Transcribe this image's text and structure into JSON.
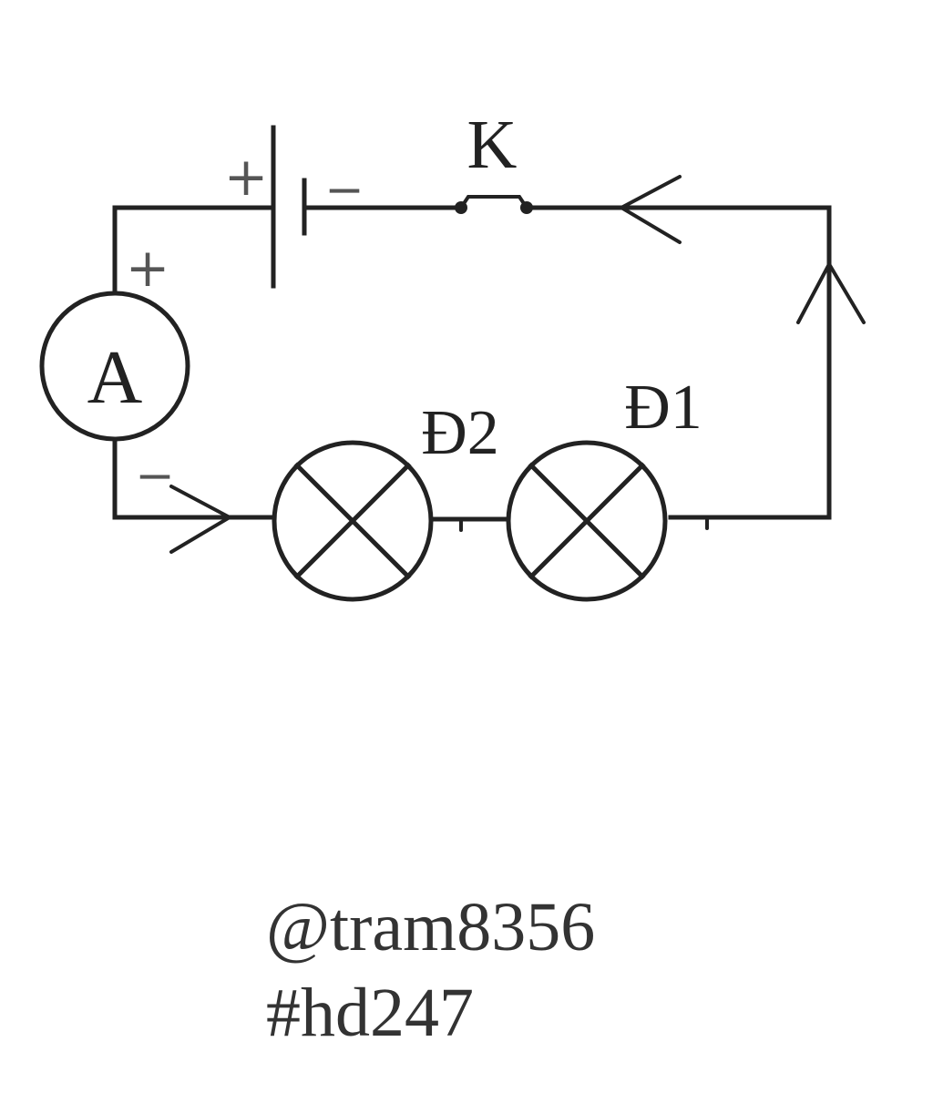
{
  "switch_label": "K",
  "ammeter_label": "A",
  "lamp_1_label": "Đ1",
  "lamp_2_label": "Đ2",
  "battery_plus": "+",
  "battery_minus": "−",
  "ammeter_plus": "+",
  "ammeter_minus": "−",
  "caption_user": "@tram8356",
  "caption_tag": "#hd247"
}
